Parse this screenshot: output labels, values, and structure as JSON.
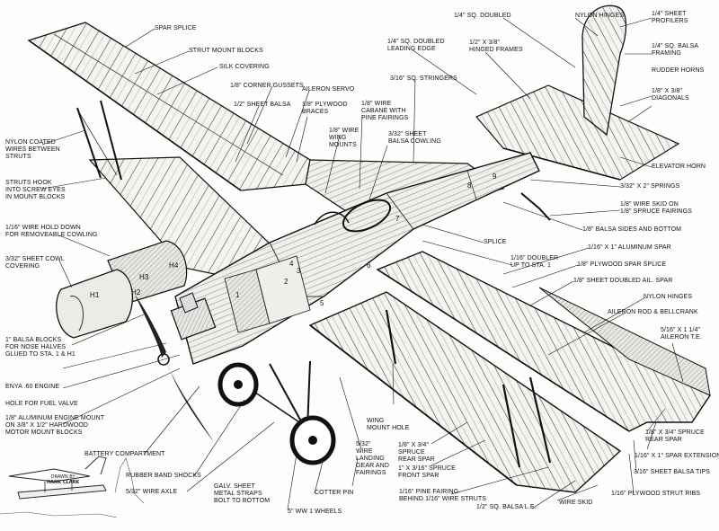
{
  "labels": {
    "spar_splice": "SPAR SPLICE",
    "strut_mount_blocks": "STRUT MOUNT BLOCKS",
    "silk_covering": "SILK COVERING",
    "nylon_coated_wires": "NYLON COATED\nWIRES BETWEEN\nSTRUTS",
    "struts_hook": "STRUTS HOOK\nINTO SCREW EYES\nIN MOUNT BLOCKS",
    "wire_hold_down": "1/16\" WIRE HOLD DOWN\nFOR REMOVEABLE COWLING",
    "sheet_cowl_covering": "3/32\" SHEET COWL\nCOVERING",
    "balsa_blocks": "1\" BALSA BLOCKS\nFOR NOSE HALVES\nGLUED TO STA. 1 & H1",
    "enya_engine": "ENYA .60 ENGINE",
    "fuel_valve_hole": "HOLE FOR FUEL VALVE",
    "aluminum_engine_mount": "1/8\" ALUMINUM ENGINE MOUNT\nON 3/8\" X 1/2\" HARDWOOD\nMOTOR MOUNT BLOCKS",
    "battery_compartment": "BATTERY COMPARTMENT",
    "rubber_band_shocks": "RUBBER BAND SHOCKS",
    "wire_axle": "5/32\" WIRE AXLE",
    "galv_sheet": "GALV. SHEET\nMETAL STRAPS\nBOLT TO BOTTOM",
    "ww1_wheels": "5\" WW 1 WHEELS",
    "cotter_pin": "COTTER PIN",
    "landing_gear_wire": "5/32\"\nWIRE\nLANDING\nGEAR AND\nFAIRINGS",
    "wing_mount_hole": "WING\nMOUNT HOLE",
    "spruce_rear_spar": "1/8\" X 3/4\"\nSPRUCE\nREAR SPAR",
    "spruce_front_spar": "1\" X 3/16\" SPRUCE\nFRONT SPAR",
    "pine_fairing": "1/16\" PINE FAIRING\nBEHIND 1/16\" WIRE STRUTS",
    "balsa_le": "1/2\" SQ. BALSA L.E.",
    "wire_skid": "WIRE SKID",
    "plywood_strut_ribs": "1/16\" PLYWOOD STRUT RIBS",
    "sheet_balsa_tips": "3/16\" SHEET BALSA TIPS",
    "spar_extension": "1/16\" X 1\" SPAR EXTENSION",
    "spruce_rear_spar_right": "1/8\" X 3/4\" SPRUCE\nREAR SPAR",
    "aileron_te": "5/16\" X 1 1/4\"\nAILERON T.E.",
    "aileron_rod": "AILERON ROD & BELLCRANK",
    "nylon_hinges_mid": "NYLON HINGES",
    "sheet_doubled_ail_spar": "1/8\" SHEET DOUBLED AIL. SPAR",
    "plywood_spar_splice": "1/8\" PLYWOOD SPAR SPLICE",
    "aluminum_spar": "1/16\" X 1\" ALUMINUM SPAR",
    "doubler": "1/16\" DOUBLER\nUP TO STA. 1",
    "splice": "SPLICE",
    "balsa_sides_bottom": "1/8\" BALSA SIDES AND BOTTOM",
    "wire_skid_on_fairings": "1/8\" WIRE SKID ON\n1/8\" SPRUCE FAIRINGS",
    "springs": "3/32\" X 2\" SPRINGS",
    "elevator_horn": "ELEVATOR HORN",
    "diagonals": "1/8\" X 3/8\"\nDIAGONALS",
    "rudder_horns": "RUDDER HORNS",
    "balsa_framing": "1/4\" SQ. BALSA\nFRAMING",
    "sheet_profilers": "1/4\" SHEET\nPROFILERS",
    "nylon_hinges_top": "NYLON HINGES",
    "sq_doubled": "1/4\" SQ. DOUBLED",
    "hinged_frames": "1/2\" X 3/8\"\nHINGED FRAMES",
    "leading_edge": "1/4\" SQ. DOUBLED\nLEADING EDGE",
    "sq_stringers": "3/16\" SQ. STRINGERS",
    "corner_gussets": "1/8\" CORNER GUSSETS",
    "sheet_balsa": "1/2\" SHEET BALSA",
    "aileron_servo": "AILERON SERVO",
    "plywood_braces": "1/8\" PLYWOOD\nBRACES",
    "wire_cabane": "1/8\" WIRE\nCABANE WITH\nPINE FAIRINGS",
    "wire_wing_mounts": "1/8\" WIRE\nWING\nMOUNTS",
    "balsa_cowling": "3/32\" SHEET\nBALSA COWLING"
  },
  "part_marks": {
    "h4": "H4",
    "h3": "H3",
    "h2": "H2",
    "h1": "H1",
    "sta1": "1",
    "sta2": "2",
    "sta3": "3",
    "sta4": "4",
    "sta5": "5",
    "sta6": "6",
    "sta7": "7",
    "sta8": "8",
    "sta9": "9"
  },
  "credit": {
    "drawn_by": "DRAWN BY",
    "artist": "HANK CLARK"
  }
}
